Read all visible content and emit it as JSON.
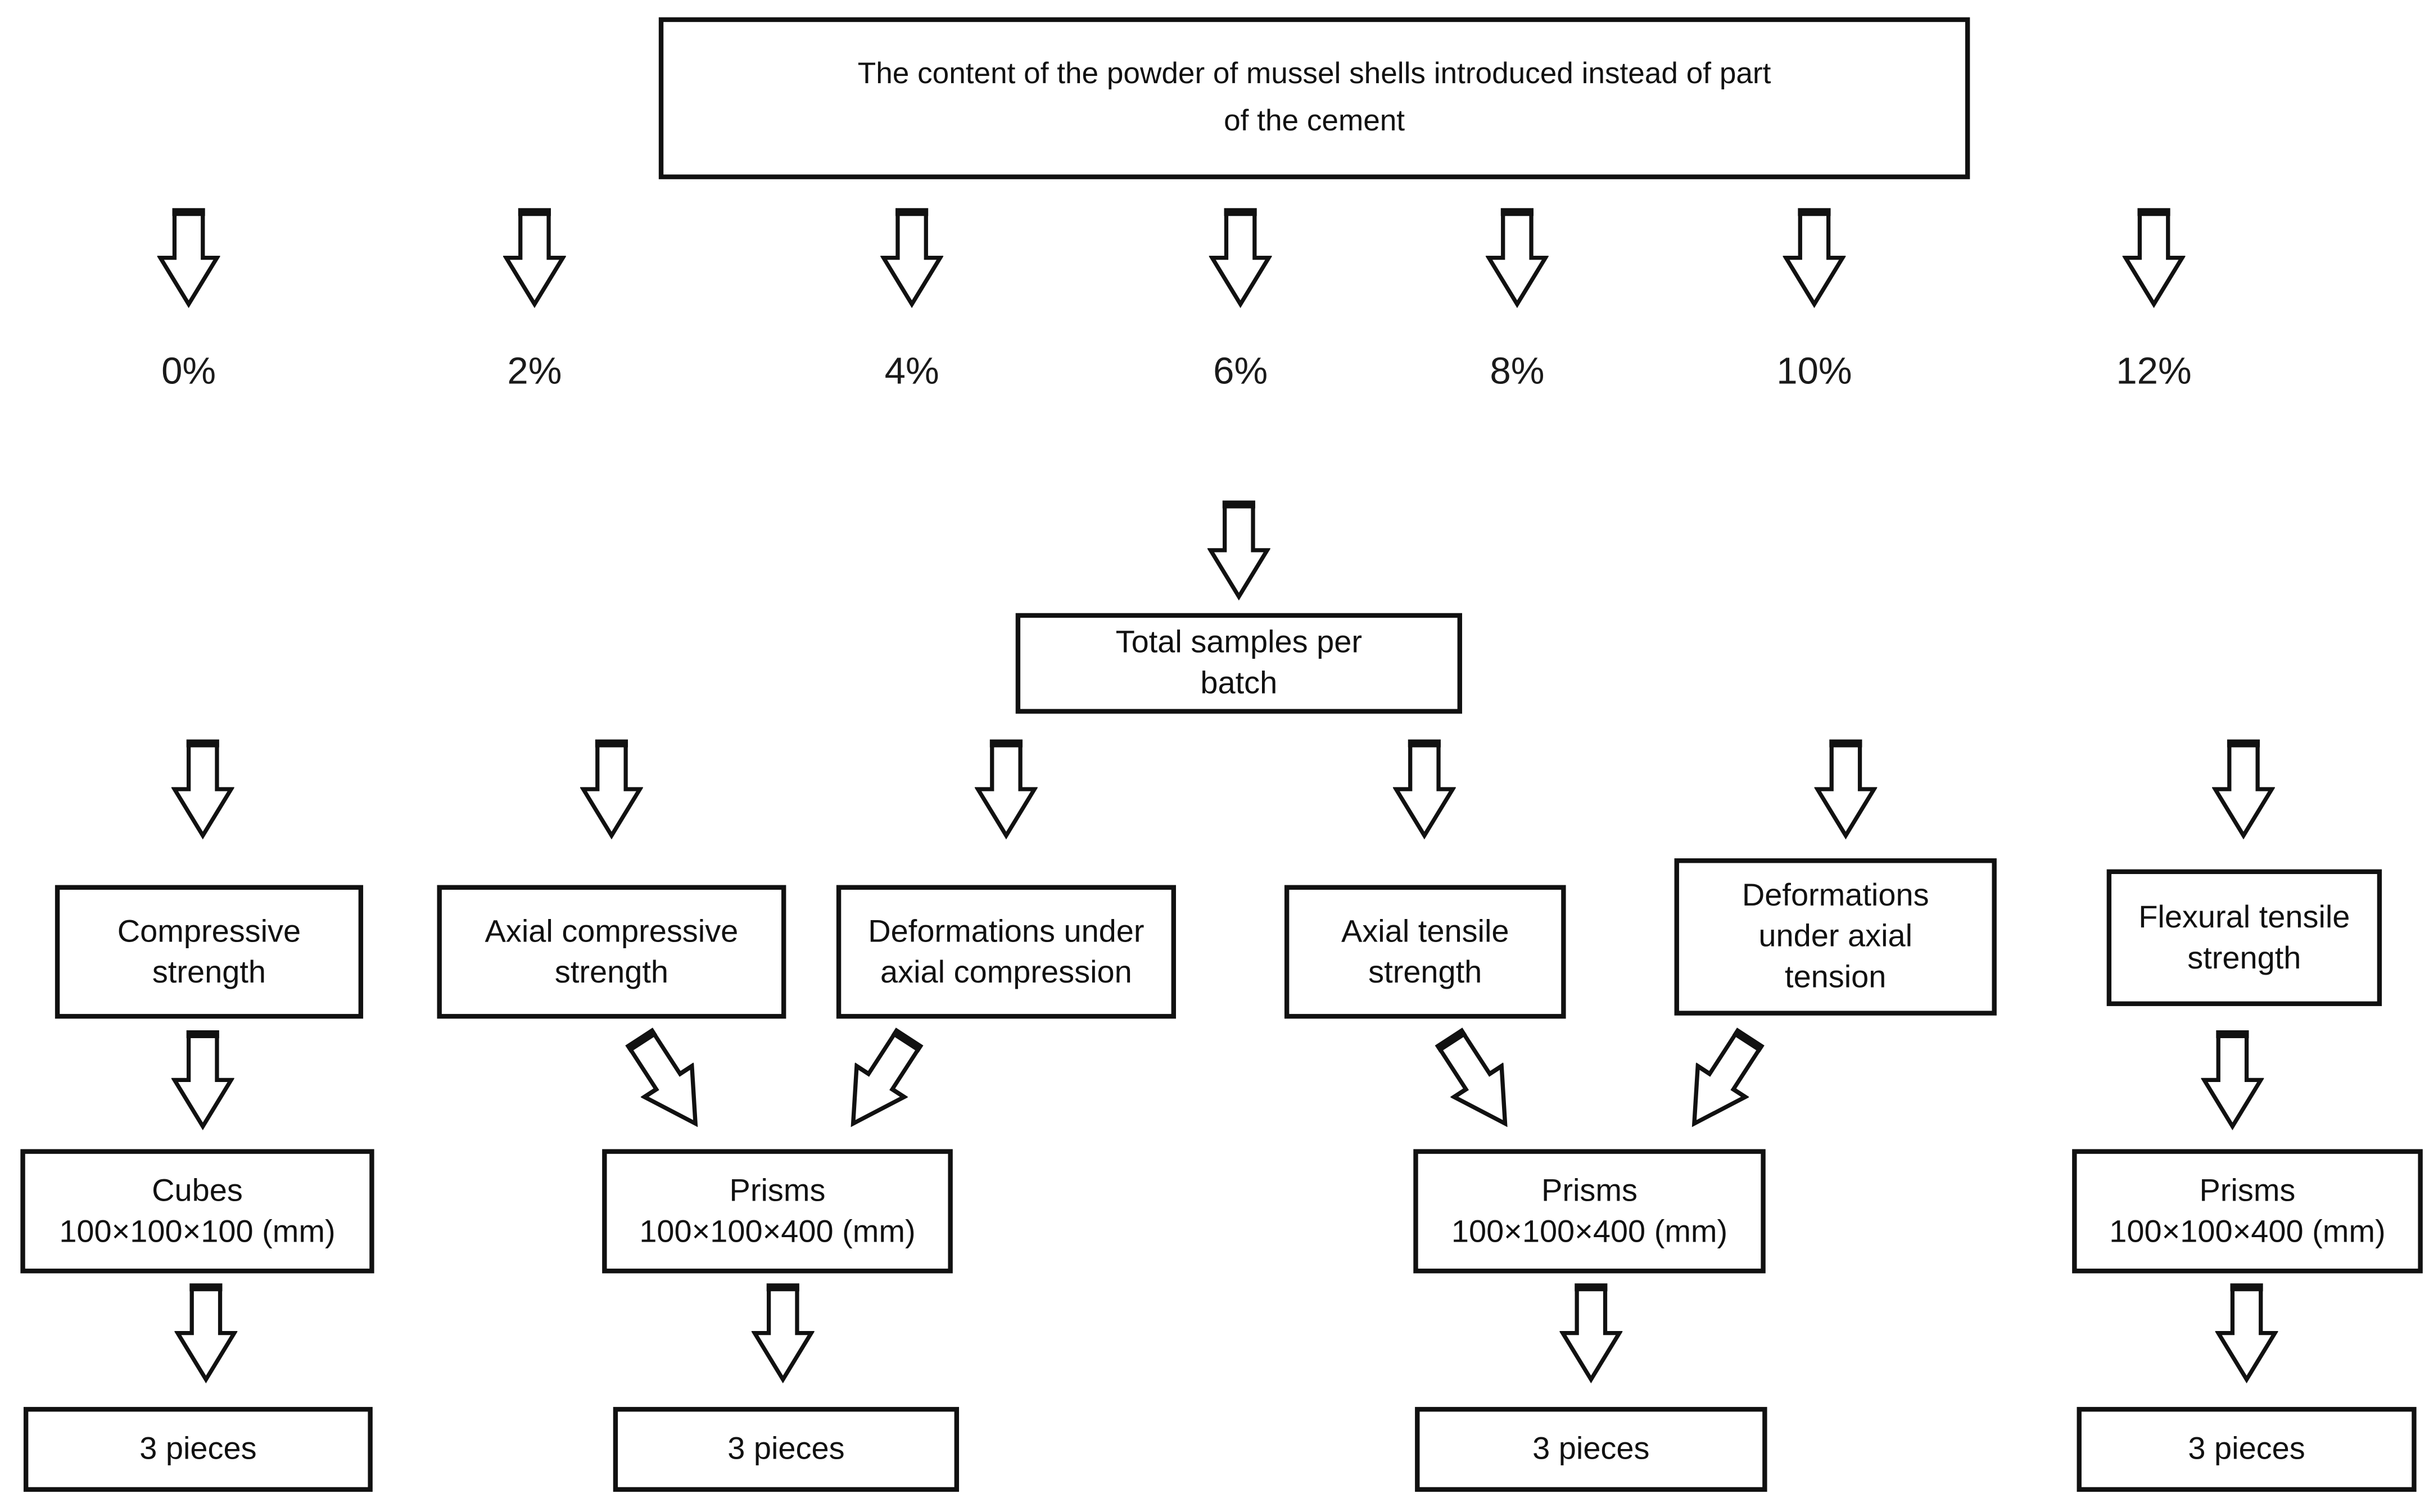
{
  "colors": {
    "ink": "#111111",
    "background": "#ffffff"
  },
  "diagram": {
    "top_box": {
      "line1": "The content of the powder of mussel shells introduced instead of part",
      "line2": "of the cement"
    },
    "percentages": [
      "0%",
      "2%",
      "4%",
      "6%",
      "8%",
      "10%",
      "12%"
    ],
    "total_box": {
      "line1": "Total samples per",
      "line2": "batch"
    },
    "tests": [
      {
        "lines": [
          "Compressive",
          "strength"
        ]
      },
      {
        "lines": [
          "Axial compressive",
          "strength"
        ]
      },
      {
        "lines": [
          "Deformations under",
          "axial compression"
        ]
      },
      {
        "lines": [
          "Axial tensile",
          "strength"
        ]
      },
      {
        "lines": [
          "Deformations",
          "under axial",
          "tension"
        ]
      },
      {
        "lines": [
          "Flexural tensile",
          "strength"
        ]
      }
    ],
    "specimens": [
      {
        "line1": "Cubes",
        "line2": "100×100×100 (mm)"
      },
      {
        "line1": "Prisms",
        "line2": "100×100×400 (mm)"
      },
      {
        "line1": "Prisms",
        "line2": "100×100×400 (mm)"
      },
      {
        "line1": "Prisms",
        "line2": "100×100×400 (mm)"
      }
    ],
    "pieces": [
      "3 pieces",
      "3 pieces",
      "3 pieces",
      "3 pieces"
    ]
  }
}
